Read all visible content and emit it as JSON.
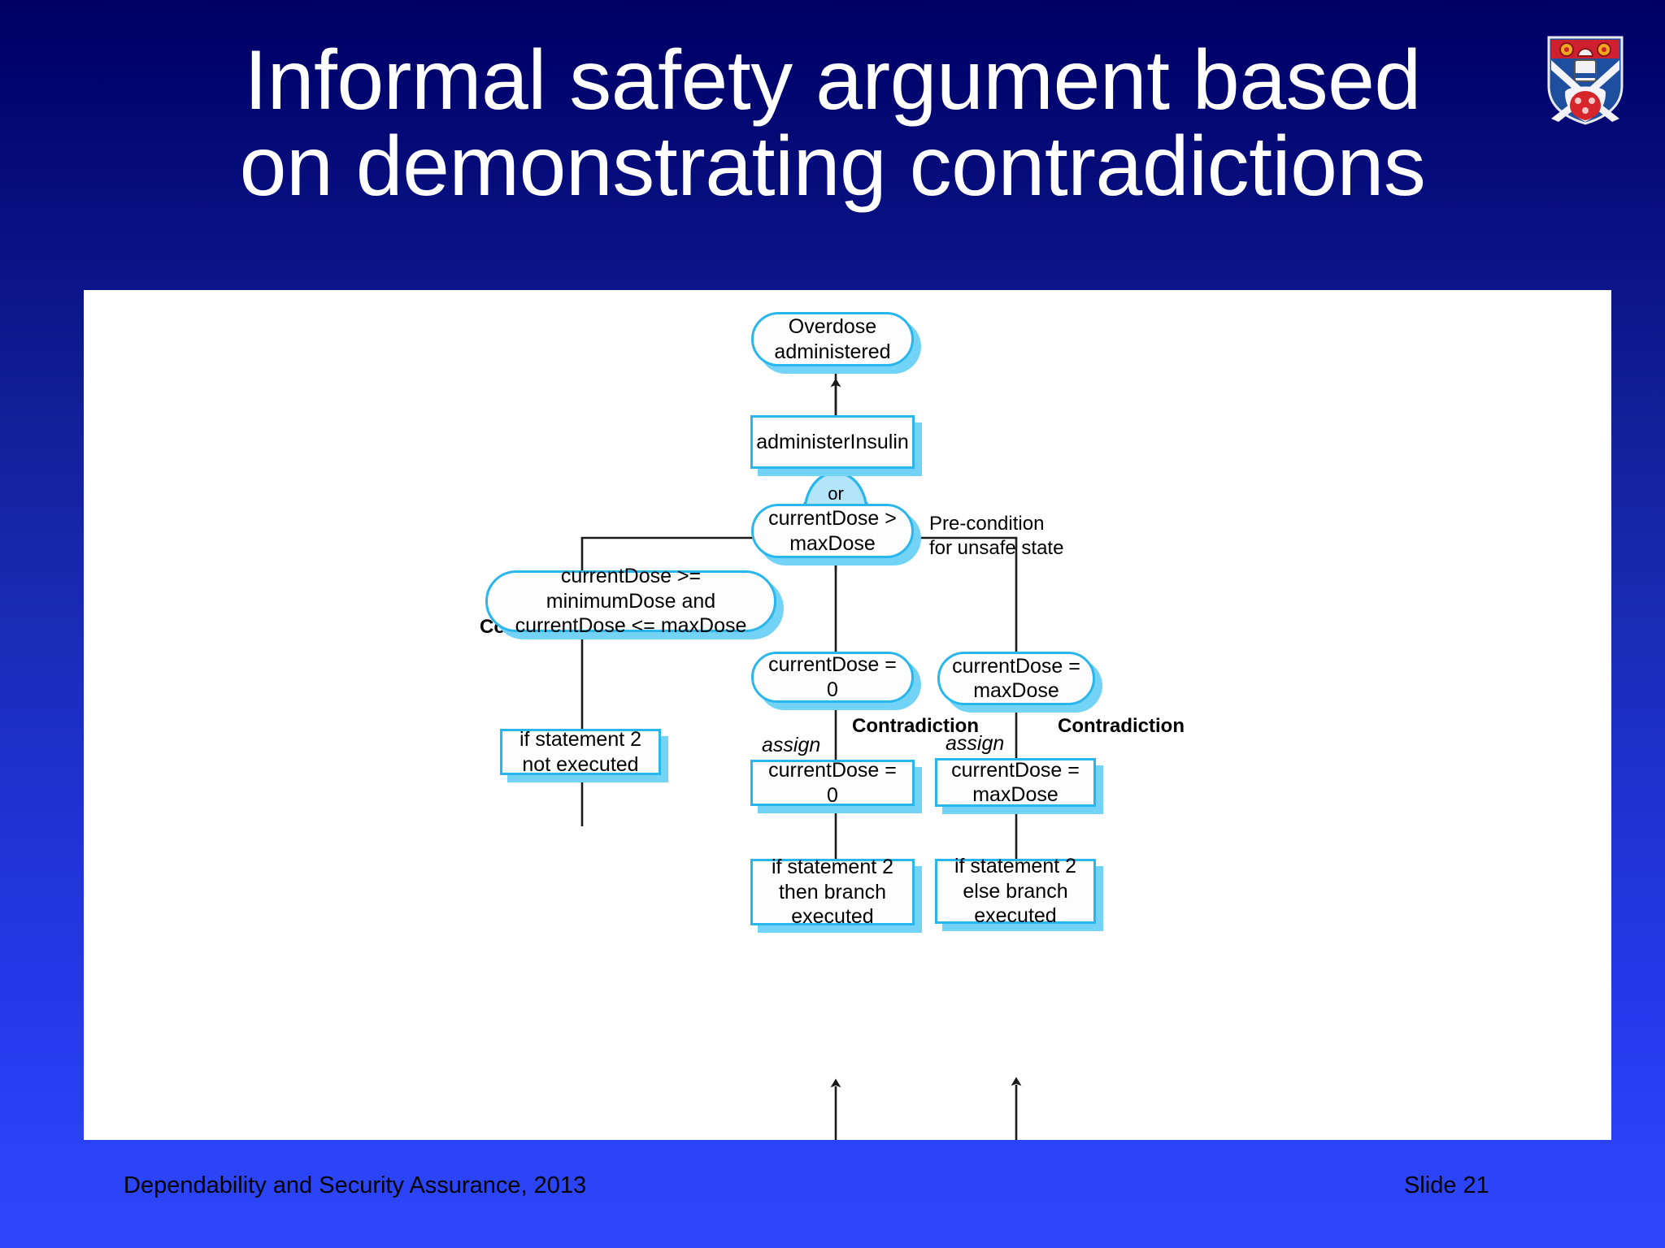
{
  "slide": {
    "title_line1": "Informal safety argument based",
    "title_line2": "on demonstrating contradictions",
    "footer_left": "Dependability and Security Assurance, 2013",
    "footer_right": "Slide 21",
    "logo_name": "university-crest"
  },
  "colors": {
    "background_top": "#000063",
    "background_bottom": "#2d46f8",
    "canvas": "#ffffff",
    "node_border": "#29b6ec",
    "node_shadow": "#72d3f7",
    "node_fill": "#fdfdfd",
    "gate_fill": "#b3e5fa",
    "connector": "#1a1a1a",
    "title_text": "#ffffff",
    "body_text": "#000000"
  },
  "diagram": {
    "type": "fault-tree",
    "nodes": [
      {
        "id": "overdose",
        "shape": "oval",
        "lines": [
          "Overdose",
          "administered"
        ]
      },
      {
        "id": "administer",
        "shape": "rect",
        "lines": [
          "administerInsulin"
        ]
      },
      {
        "id": "precond",
        "shape": "oval",
        "lines": [
          "currentDose >",
          "maxDose"
        ]
      },
      {
        "id": "range-check",
        "shape": "oval",
        "lines": [
          "currentDose >= minimumDose and",
          "currentDose <= maxDose"
        ]
      },
      {
        "id": "dose-zero",
        "shape": "oval",
        "lines": [
          "currentDose = 0"
        ]
      },
      {
        "id": "dose-max",
        "shape": "oval",
        "lines": [
          "currentDose =",
          "maxDose"
        ]
      },
      {
        "id": "stmt-not-exec",
        "shape": "rect",
        "lines": [
          "if statement 2",
          "not executed"
        ]
      },
      {
        "id": "assign-zero",
        "shape": "rect",
        "lines": [
          "currentDose = 0"
        ]
      },
      {
        "id": "assign-max",
        "shape": "rect",
        "lines": [
          "currentDose =",
          "maxDose"
        ]
      },
      {
        "id": "then-branch",
        "shape": "rect",
        "lines": [
          "if statement 2",
          "then branch",
          "executed"
        ]
      },
      {
        "id": "else-branch",
        "shape": "rect",
        "lines": [
          "if statement 2",
          "else branch",
          "executed"
        ]
      }
    ],
    "gate": {
      "id": "or-gate",
      "label": "or",
      "type": "OR"
    },
    "annotations": {
      "precondition": [
        "Pre-condition",
        "for unsafe state"
      ],
      "contradiction_left": "Contradiction",
      "contradiction_mid": "Contradiction",
      "contradiction_right": "Contradiction",
      "assign_mid": "assign",
      "assign_right": "assign"
    }
  }
}
